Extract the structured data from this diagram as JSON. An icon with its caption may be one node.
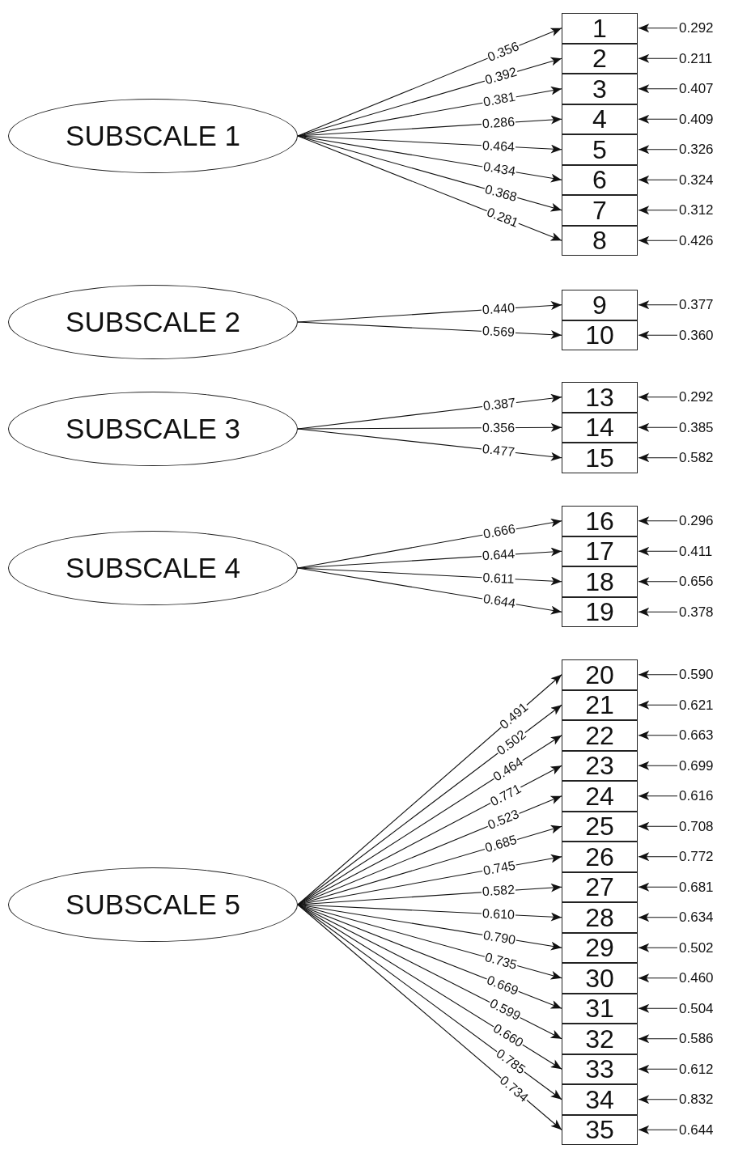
{
  "diagram": {
    "nodes": [
      {
        "text": [
          "SUBSCALE 1"
        ]
      },
      {
        "text": [
          "1"
        ]
      },
      {
        "text": [
          "2"
        ]
      },
      {
        "text": [
          "3"
        ]
      },
      {
        "text": [
          "4"
        ]
      },
      {
        "text": [
          "5"
        ]
      },
      {
        "text": [
          "6"
        ]
      },
      {
        "text": [
          "7"
        ]
      },
      {
        "text": [
          "8"
        ]
      },
      {
        "text": [
          "SUBSCALE 2"
        ]
      },
      {
        "text": [
          "9"
        ]
      },
      {
        "text": [
          "10"
        ]
      },
      {
        "text": [
          "SUBSCALE 3"
        ]
      },
      {
        "text": [
          "13"
        ]
      },
      {
        "text": [
          "14"
        ]
      },
      {
        "text": [
          "15"
        ]
      },
      {
        "text": [
          "SUBSCALE 4"
        ]
      },
      {
        "text": [
          "16"
        ]
      },
      {
        "text": [
          "17"
        ]
      },
      {
        "text": [
          "18"
        ]
      },
      {
        "text": [
          "19"
        ]
      },
      {
        "text": [
          "SUBSCALE 5"
        ]
      },
      {
        "text": [
          "20"
        ]
      },
      {
        "text": [
          "21"
        ]
      },
      {
        "text": [
          "22"
        ]
      },
      {
        "text": [
          "23"
        ]
      },
      {
        "text": [
          "24"
        ]
      },
      {
        "text": [
          "25"
        ]
      },
      {
        "text": [
          "26"
        ]
      },
      {
        "text": [
          "27"
        ]
      },
      {
        "text": [
          "28"
        ]
      },
      {
        "text": [
          "29"
        ]
      },
      {
        "text": [
          "30"
        ]
      },
      {
        "text": [
          "31"
        ]
      },
      {
        "text": [
          "32"
        ]
      },
      {
        "text": [
          "33"
        ]
      },
      {
        "text": [
          "34"
        ]
      },
      {
        "text": [
          "35"
        ]
      }
    ],
    "edges": [
      {
        "from": 0,
        "to": 1,
        "arrow": "to",
        "label": "0.356"
      },
      {
        "from": 0,
        "to": 2,
        "arrow": "to",
        "label": "0.392"
      },
      {
        "from": 0,
        "to": 3,
        "arrow": "to",
        "label": "0.381"
      },
      {
        "from": 0,
        "to": 4,
        "arrow": "to",
        "label": "0.286"
      },
      {
        "from": 0,
        "to": 5,
        "arrow": "to",
        "label": "0.464"
      },
      {
        "from": 0,
        "to": 6,
        "arrow": "to",
        "label": "0.434"
      },
      {
        "from": 0,
        "to": 7,
        "arrow": "to",
        "label": "0.368"
      },
      {
        "from": 0,
        "to": 8,
        "arrow": "to",
        "label": "0.281"
      },
      {
        "from": 9,
        "to": 10,
        "arrow": "to",
        "label": "0.440"
      },
      {
        "from": 9,
        "to": 11,
        "arrow": "to",
        "label": "0.569"
      },
      {
        "from": 12,
        "to": 13,
        "arrow": "to",
        "label": "0.387"
      },
      {
        "from": 12,
        "to": 14,
        "arrow": "to",
        "label": "0.356"
      },
      {
        "from": 12,
        "to": 15,
        "arrow": "to",
        "label": "0.477"
      },
      {
        "from": 16,
        "to": 17,
        "arrow": "to",
        "label": "0.666"
      },
      {
        "from": 16,
        "to": 18,
        "arrow": "to",
        "label": "0.644"
      },
      {
        "from": 16,
        "to": 19,
        "arrow": "to",
        "label": "0.611"
      },
      {
        "from": 16,
        "to": 20,
        "arrow": "to",
        "label": "0.644"
      },
      {
        "from": 21,
        "to": 22,
        "arrow": "to",
        "label": "0.491"
      },
      {
        "from": 21,
        "to": 23,
        "arrow": "to",
        "label": "0.502"
      },
      {
        "from": 21,
        "to": 24,
        "arrow": "to",
        "label": "0.464"
      },
      {
        "from": 21,
        "to": 25,
        "arrow": "to",
        "label": "0.771"
      },
      {
        "from": 21,
        "to": 26,
        "arrow": "to",
        "label": "0.523"
      },
      {
        "from": 21,
        "to": 27,
        "arrow": "to",
        "label": "0.685"
      },
      {
        "from": 21,
        "to": 28,
        "arrow": "to",
        "label": "0.745"
      },
      {
        "from": 21,
        "to": 29,
        "arrow": "to",
        "label": "0.582"
      },
      {
        "from": 21,
        "to": 30,
        "arrow": "to",
        "label": "0.610"
      },
      {
        "from": 21,
        "to": 31,
        "arrow": "to",
        "label": "0.790"
      },
      {
        "from": 21,
        "to": 32,
        "arrow": "to",
        "label": "0.735"
      },
      {
        "from": 21,
        "to": 33,
        "arrow": "to",
        "label": "0.669"
      },
      {
        "from": 21,
        "to": 34,
        "arrow": "to",
        "label": "0.599"
      },
      {
        "from": 21,
        "to": 35,
        "arrow": "to",
        "label": "0.660"
      },
      {
        "from": 21,
        "to": 36,
        "arrow": "to",
        "label": "0.785"
      },
      {
        "from": 21,
        "to": 37,
        "arrow": "to",
        "label": "0.734"
      },
      {
        "from": null,
        "to": 1,
        "arrow": "to",
        "label": "0.292"
      },
      {
        "from": null,
        "to": 2,
        "arrow": "to",
        "label": "0.211"
      },
      {
        "from": null,
        "to": 3,
        "arrow": "to",
        "label": "0.407"
      },
      {
        "from": null,
        "to": 4,
        "arrow": "to",
        "label": "0.409"
      },
      {
        "from": null,
        "to": 5,
        "arrow": "to",
        "label": "0.326"
      },
      {
        "from": null,
        "to": 6,
        "arrow": "to",
        "label": "0.324"
      },
      {
        "from": null,
        "to": 7,
        "arrow": "to",
        "label": "0.312"
      },
      {
        "from": null,
        "to": 8,
        "arrow": "to",
        "label": "0.426"
      },
      {
        "from": null,
        "to": 10,
        "arrow": "to",
        "label": "0.377"
      },
      {
        "from": null,
        "to": 11,
        "arrow": "to",
        "label": "0.360"
      },
      {
        "from": null,
        "to": 13,
        "arrow": "to",
        "label": "0.292"
      },
      {
        "from": null,
        "to": 14,
        "arrow": "to",
        "label": "0.385"
      },
      {
        "from": null,
        "to": 15,
        "arrow": "to",
        "label": "0.582"
      },
      {
        "from": null,
        "to": 17,
        "arrow": "to",
        "label": "0.296"
      },
      {
        "from": null,
        "to": 18,
        "arrow": "to",
        "label": "0.411"
      },
      {
        "from": null,
        "to": 19,
        "arrow": "to",
        "label": "0.656"
      },
      {
        "from": null,
        "to": 20,
        "arrow": "to",
        "label": "0.378"
      },
      {
        "from": null,
        "to": 22,
        "arrow": "to",
        "label": "0.590"
      },
      {
        "from": null,
        "to": 23,
        "arrow": "to",
        "label": "0.621"
      },
      {
        "from": null,
        "to": 24,
        "arrow": "to",
        "label": "0.663"
      },
      {
        "from": null,
        "to": 25,
        "arrow": "to",
        "label": "0.699"
      },
      {
        "from": null,
        "to": 26,
        "arrow": "to",
        "label": "0.616"
      },
      {
        "from": null,
        "to": 27,
        "arrow": "to",
        "label": "0.708"
      },
      {
        "from": null,
        "to": 28,
        "arrow": "to",
        "label": "0.772"
      },
      {
        "from": null,
        "to": 29,
        "arrow": "to",
        "label": "0.681"
      },
      {
        "from": null,
        "to": 30,
        "arrow": "to",
        "label": "0.634"
      },
      {
        "from": null,
        "to": 31,
        "arrow": "to",
        "label": "0.502"
      },
      {
        "from": null,
        "to": 32,
        "arrow": "to",
        "label": "0.460"
      },
      {
        "from": null,
        "to": 33,
        "arrow": "to",
        "label": "0.504"
      },
      {
        "from": null,
        "to": 34,
        "arrow": "to",
        "label": "0.586"
      },
      {
        "from": null,
        "to": 35,
        "arrow": "to",
        "label": "0.612"
      },
      {
        "from": null,
        "to": 36,
        "arrow": "to",
        "label": "0.832"
      },
      {
        "from": null,
        "to": 37,
        "arrow": "to",
        "label": "0.644"
      }
    ]
  }
}
